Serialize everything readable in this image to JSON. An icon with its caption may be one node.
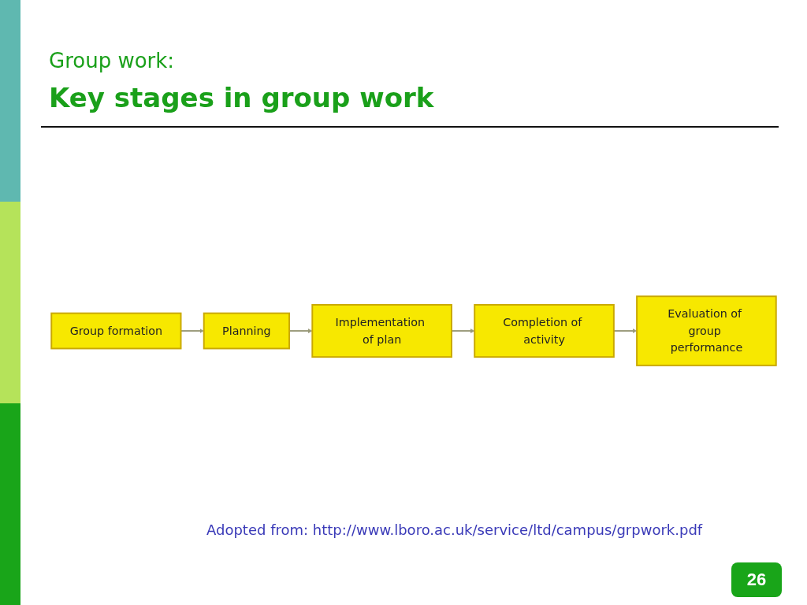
{
  "diagram": {
    "title": "Key stages in group work",
    "nodes": [
      {
        "text": [
          "Group formation"
        ]
      },
      {
        "text": [
          "Planning"
        ]
      },
      {
        "text": [
          "Implementation of plan"
        ]
      },
      {
        "text": [
          "Completion of activity"
        ]
      },
      {
        "text": [
          "Evaluation of group performance"
        ]
      }
    ],
    "edges": [
      {
        "from": 0,
        "to": 1,
        "arrow": "to"
      },
      {
        "from": 1,
        "to": 2,
        "arrow": "to"
      },
      {
        "from": 2,
        "to": 3,
        "arrow": "to"
      },
      {
        "from": 3,
        "to": 4,
        "arrow": "to"
      }
    ],
    "labels": [
      "Group work:",
      "Adopted from: http://www.lboro.ac.uk/service/ltd/campus/grpwork.pdf",
      "26"
    ]
  }
}
